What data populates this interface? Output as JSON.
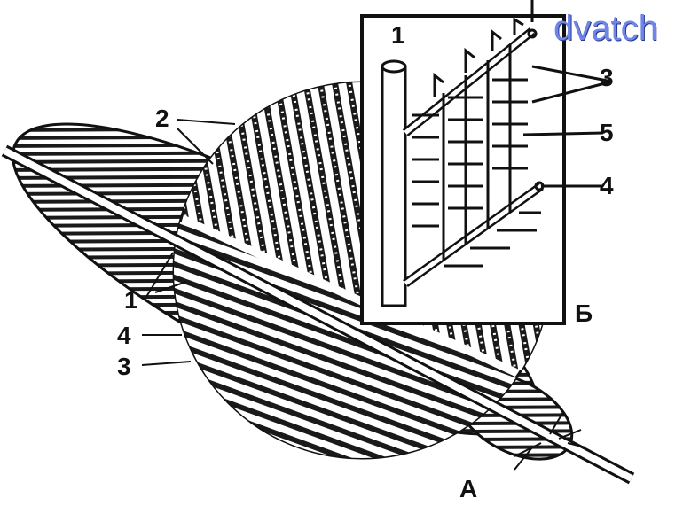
{
  "watermark": "dvatch",
  "labels": {
    "barb": "2",
    "rachis": "1",
    "barbule_left": "4",
    "hooks_left": "3",
    "panel_a": "А",
    "panel_b": "Б",
    "inset_rachis": "1",
    "inset_barbules": "3",
    "inset_hooks": "5",
    "inset_barb": "4"
  },
  "colors": {
    "ink": "#111111",
    "watermark": "#6f86e8"
  }
}
